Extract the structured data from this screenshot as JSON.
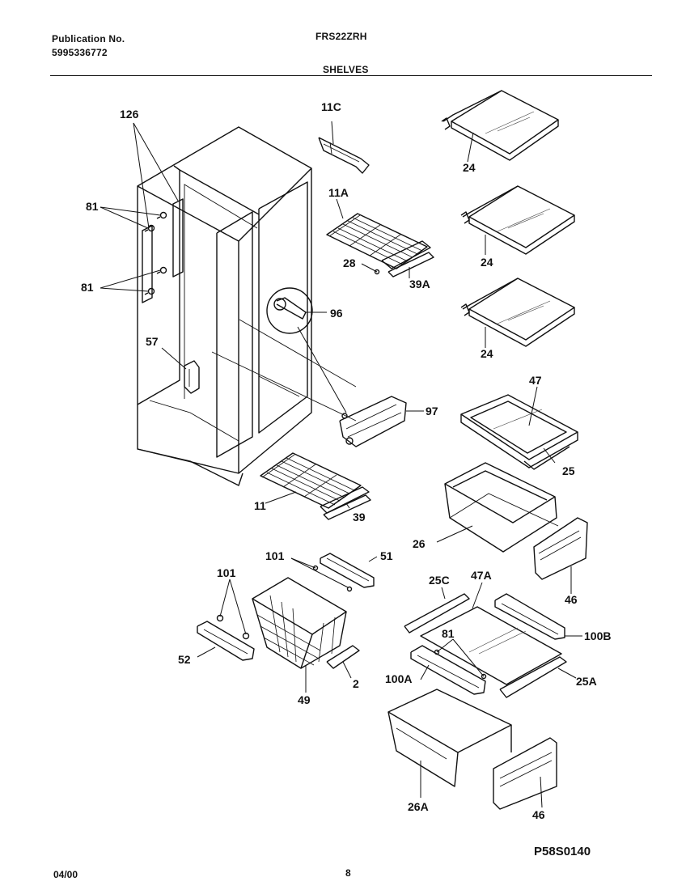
{
  "header": {
    "publication_label": "Publication No.",
    "publication_number": "5995336772",
    "model": "FRS22ZRH",
    "section": "SHELVES"
  },
  "footer": {
    "diagram_code": "P58S0140",
    "date": "04/00",
    "page": "8"
  },
  "callouts": [
    {
      "id": "c-126",
      "text": "126"
    },
    {
      "id": "c-81a",
      "text": "81"
    },
    {
      "id": "c-81b",
      "text": "81"
    },
    {
      "id": "c-57",
      "text": "57"
    },
    {
      "id": "c-11c",
      "text": "11C"
    },
    {
      "id": "c-11a",
      "text": "11A"
    },
    {
      "id": "c-28",
      "text": "28"
    },
    {
      "id": "c-39a",
      "text": "39A"
    },
    {
      "id": "c-96",
      "text": "96"
    },
    {
      "id": "c-97",
      "text": "97"
    },
    {
      "id": "c-24a",
      "text": "24"
    },
    {
      "id": "c-24b",
      "text": "24"
    },
    {
      "id": "c-24c",
      "text": "24"
    },
    {
      "id": "c-47",
      "text": "47"
    },
    {
      "id": "c-25",
      "text": "25"
    },
    {
      "id": "c-26",
      "text": "26"
    },
    {
      "id": "c-11",
      "text": "11"
    },
    {
      "id": "c-39",
      "text": "39"
    },
    {
      "id": "c-101a",
      "text": "101"
    },
    {
      "id": "c-51",
      "text": "51"
    },
    {
      "id": "c-101b",
      "text": "101"
    },
    {
      "id": "c-46a",
      "text": "46"
    },
    {
      "id": "c-25c",
      "text": "25C"
    },
    {
      "id": "c-47a",
      "text": "47A"
    },
    {
      "id": "c-81c",
      "text": "81"
    },
    {
      "id": "c-100b",
      "text": "100B"
    },
    {
      "id": "c-52",
      "text": "52"
    },
    {
      "id": "c-49",
      "text": "49"
    },
    {
      "id": "c-2",
      "text": "2"
    },
    {
      "id": "c-100a",
      "text": "100A"
    },
    {
      "id": "c-25a",
      "text": "25A"
    },
    {
      "id": "c-26a",
      "text": "26A"
    },
    {
      "id": "c-46b",
      "text": "46"
    }
  ]
}
